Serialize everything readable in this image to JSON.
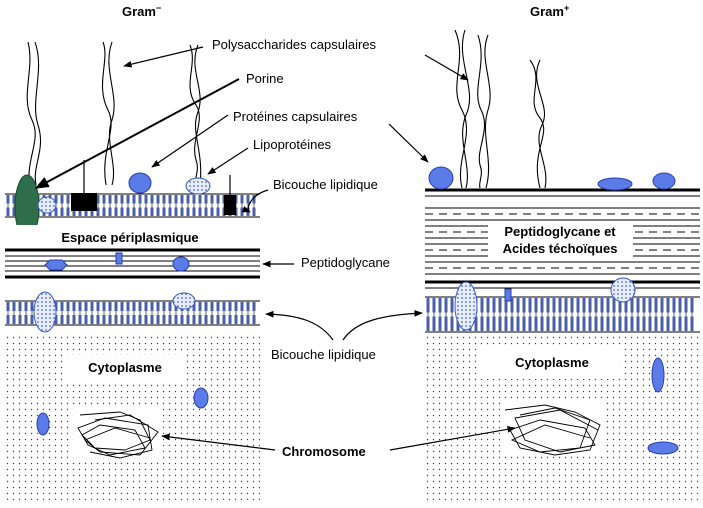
{
  "titles": {
    "gram_neg": "Gram",
    "gram_neg_sup": "−",
    "gram_pos": "Gram",
    "gram_pos_sup": "+"
  },
  "labels": {
    "polysaccharides": "Polysaccharides capsulaires",
    "porine": "Porine",
    "proteines": "Protéines capsulaires",
    "lipoproteines": "Lipoprotéines",
    "bicouche_top": "Bicouche lipidique",
    "peptidoglycane": "Peptidoglycane",
    "bicouche_bottom": "Bicouche lipidique",
    "chromosome": "Chromosome"
  },
  "boxes": {
    "espace": "Espace périplasmique",
    "cytoplasme_left": "Cytoplasme",
    "pepti_line1": "Peptidoglycane et",
    "pepti_line2": "Acides téchoïques",
    "cytoplasme_right": "Cytoplasme"
  },
  "colors": {
    "protein_blue": "#5b7be8",
    "porin_green": "#2e6e4a",
    "lipid_head": "#4a5fa8",
    "dotted_blue": "#b8c8f0"
  }
}
